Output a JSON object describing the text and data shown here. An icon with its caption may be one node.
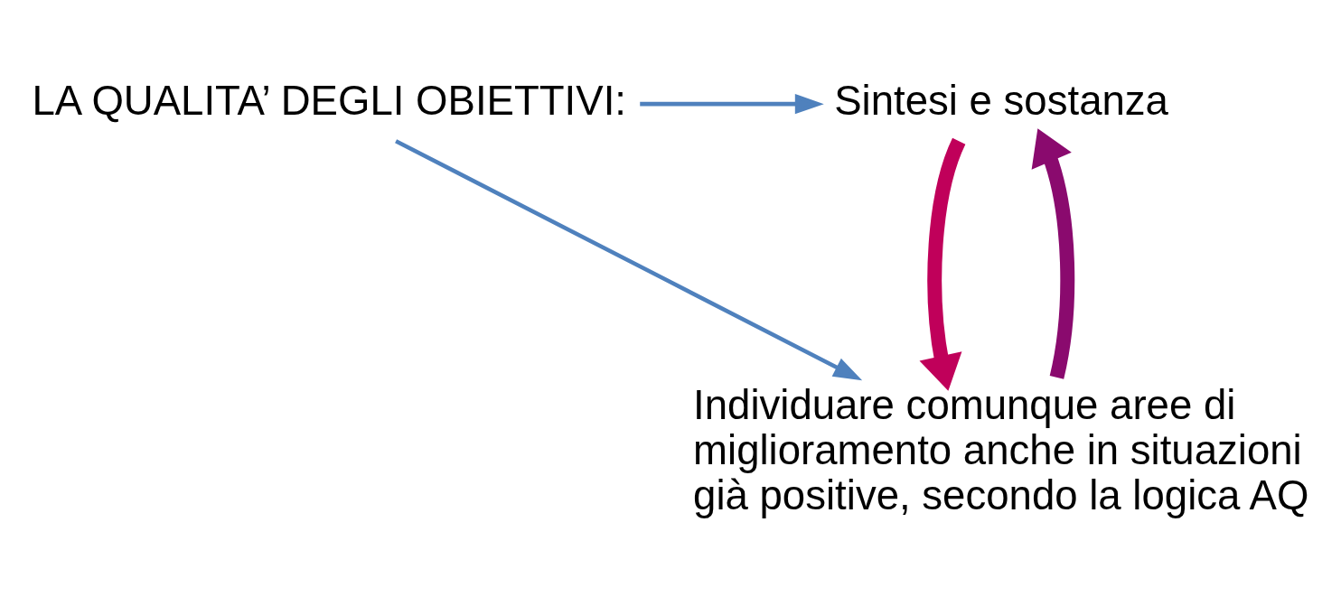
{
  "diagram": {
    "nodes": [
      {
        "text": [
          "LA QUALITA’ DEGLI OBIETTIVI:"
        ]
      },
      {
        "text": [
          "Sintesi e sostanza"
        ]
      },
      {
        "text": [
          "Individuare comunque aree di miglioramento anche in situazioni già positive, secondo la logica AQ"
        ]
      }
    ],
    "edges": [
      {
        "from": 0,
        "to": 1,
        "arrow": "to"
      },
      {
        "from": 0,
        "to": 2,
        "arrow": "to"
      },
      {
        "from": 2,
        "to": 1,
        "arrow": "to",
        "style": "thick",
        "color": "#8a0a6e"
      },
      {
        "from": 1,
        "to": 2,
        "arrow": "to",
        "style": "thick",
        "color": "#c0005a"
      }
    ]
  }
}
